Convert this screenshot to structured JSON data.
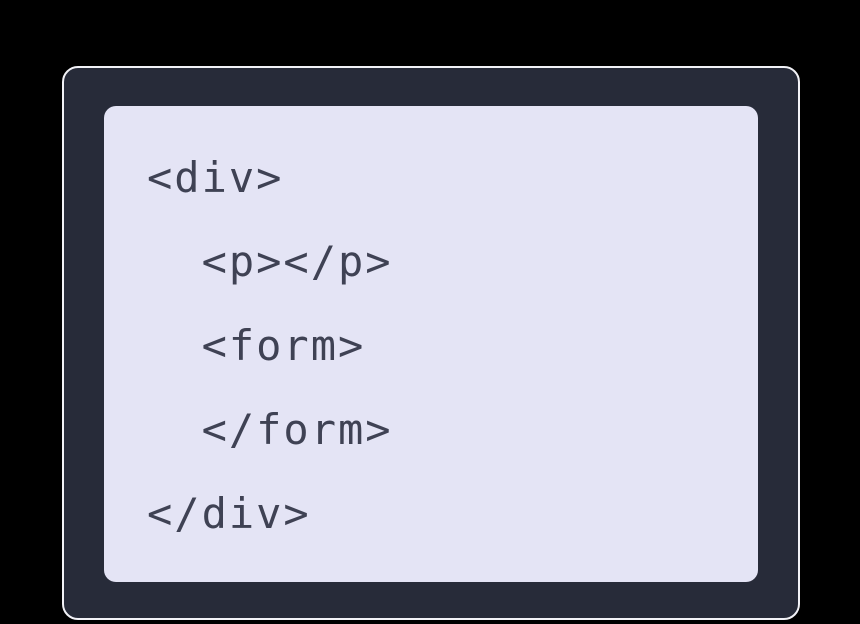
{
  "page": {
    "background_color": "#000000"
  },
  "code_card": {
    "frame_color": "#272b39",
    "frame_border_color": "#f2f2f7",
    "panel_color": "#e4e4f5",
    "text_color": "#3f4254",
    "language": "html",
    "lines": [
      "<div>",
      "  <p></p>",
      "  <form>",
      "  </form>",
      "</div>"
    ]
  }
}
